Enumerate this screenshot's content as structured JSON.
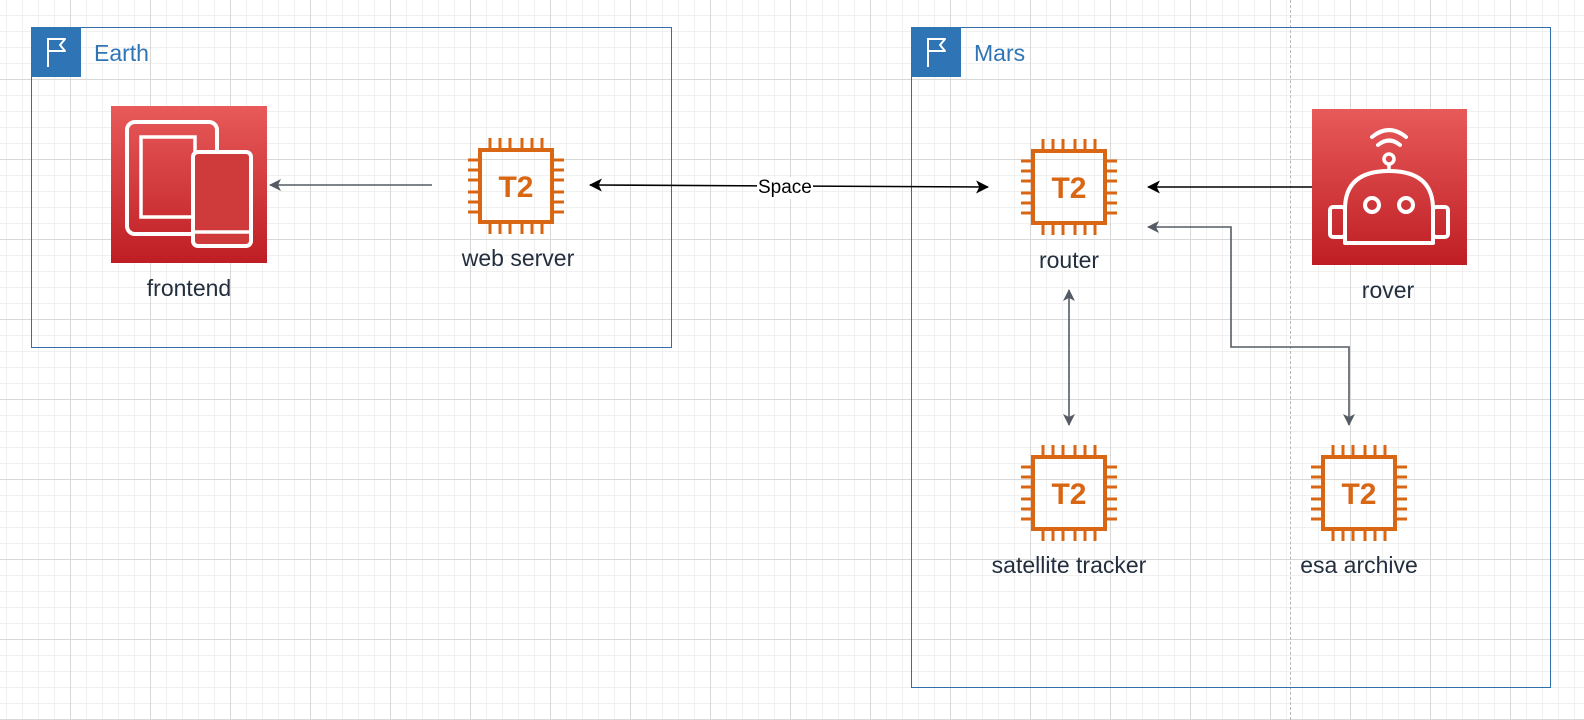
{
  "regions": {
    "earth": {
      "label": "Earth"
    },
    "mars": {
      "label": "Mars"
    }
  },
  "nodes": {
    "frontend": {
      "label": "frontend",
      "icon": "device-mobile-tablet-icon"
    },
    "web_server": {
      "label": "web server",
      "icon": "ec2-t2-instance-icon",
      "badge": "T2"
    },
    "router": {
      "label": "router",
      "icon": "ec2-t2-instance-icon",
      "badge": "T2"
    },
    "rover": {
      "label": "rover",
      "icon": "robot-icon"
    },
    "satellite_tracker": {
      "label": "satellite tracker",
      "icon": "ec2-t2-instance-icon",
      "badge": "T2"
    },
    "esa_archive": {
      "label": "esa archive",
      "icon": "ec2-t2-instance-icon",
      "badge": "T2"
    }
  },
  "edges": {
    "space": {
      "label": "Space"
    }
  },
  "colors": {
    "region_border": "#2f6fae",
    "region_tab": "#2f75b5",
    "compute_orange": "#d86613",
    "red_gradient_top": "#e85a5a",
    "red_gradient_bottom": "#be1e23",
    "connector_gray": "#545b64",
    "connector_black": "#000000"
  }
}
